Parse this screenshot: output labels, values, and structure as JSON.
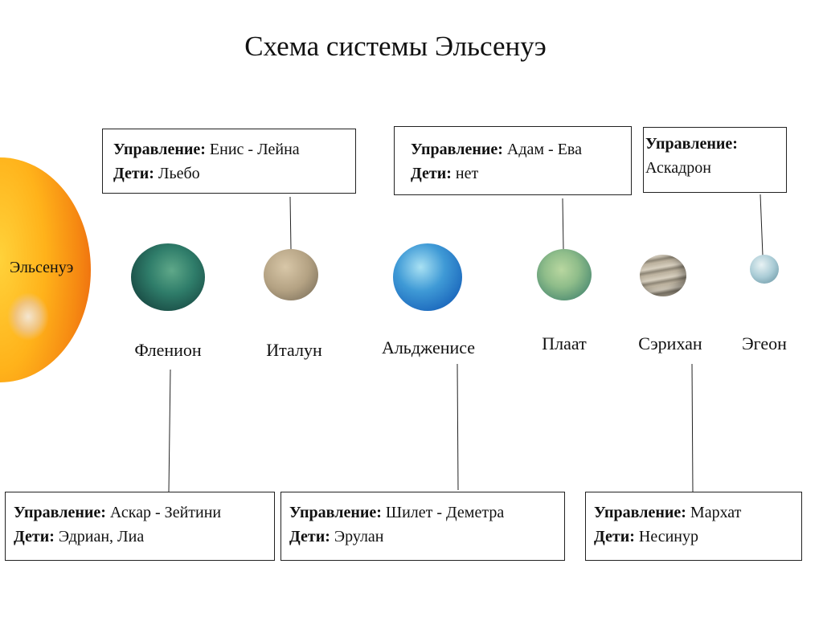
{
  "title": "Схема системы Эльсенуэ",
  "star": {
    "name": "Эльсенуэ"
  },
  "planets": [
    {
      "name": "Флени­он"
    },
    {
      "name": "Италун"
    },
    {
      "name": "Альдженисе"
    },
    {
      "name": "Плаат"
    },
    {
      "name": "Сэрихан"
    },
    {
      "name": "Эгеон"
    }
  ],
  "boxes": {
    "italun": {
      "rule_label": "Управление:",
      "rule_value": " Енис - Лейна",
      "children_label": "Дети:",
      "children_value": " Льебо"
    },
    "plaat": {
      "rule_label": "Управление:",
      "rule_value": " Адам - Ева",
      "children_label": "Дети:",
      "children_value": " нет"
    },
    "egeon": {
      "rule_label": "Управление:",
      "rule_value": "Аскадрон"
    },
    "flenion": {
      "rule_label": "Управление:",
      "rule_value": " Аскар - Зейтини",
      "children_label": "Дети:",
      "children_value": " Эдриан, Лиа"
    },
    "aldzhenise": {
      "rule_label": "Управление:",
      "rule_value": " Шилет - Деметра",
      "children_label": "Дети:",
      "children_value": " Эрулан"
    },
    "serihan": {
      "rule_label": "Управление:",
      "rule_value": " Мархат",
      "children_label": "Дети:",
      "children_value": " Несинур"
    }
  }
}
